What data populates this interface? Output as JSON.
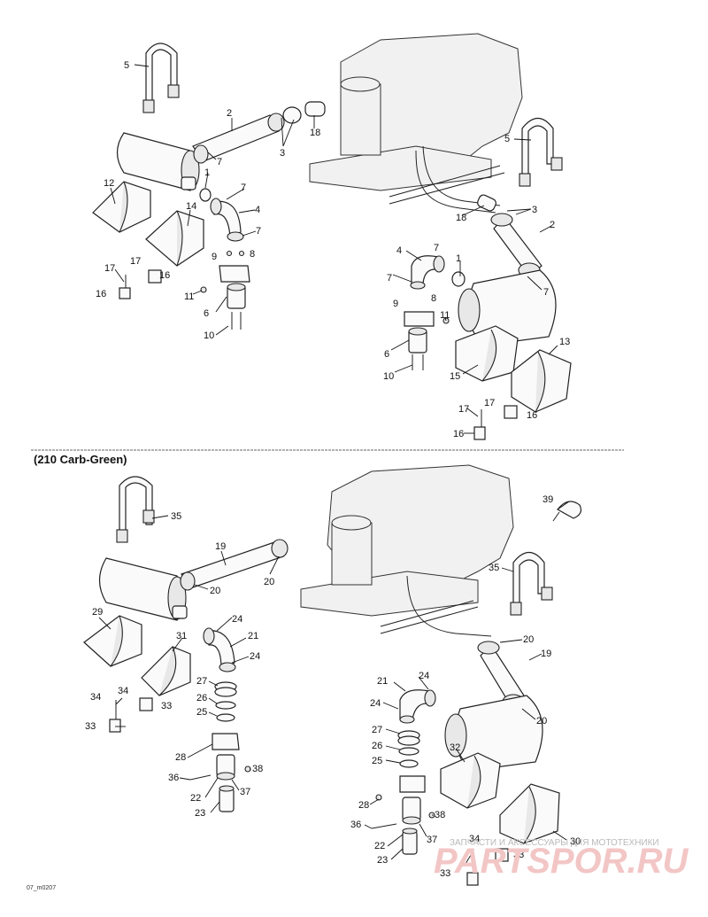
{
  "section_title": "(210 Carb-Green)",
  "figure_code": "07_m0207",
  "watermark": {
    "tagline": "ЗАПЧАСТИ И АКСЕССУАРЫ ДЛЯ МОТОТЕХНИКИ",
    "logo": "PARTSPOR.RU"
  },
  "callouts": {
    "top_left": [
      "5",
      "2",
      "3",
      "18",
      "7",
      "1",
      "12",
      "14",
      "7",
      "4",
      "7",
      "9",
      "8",
      "17",
      "17",
      "16",
      "16",
      "11",
      "6",
      "10"
    ],
    "top_right": [
      "5",
      "3",
      "18",
      "2",
      "4",
      "7",
      "1",
      "7",
      "7",
      "9",
      "8",
      "11",
      "6",
      "10",
      "15",
      "13",
      "17",
      "17",
      "16",
      "16"
    ],
    "bottom_left": [
      "35",
      "19",
      "20",
      "20",
      "29",
      "24",
      "31",
      "21",
      "24",
      "27",
      "26",
      "25",
      "34",
      "34",
      "33",
      "33",
      "28",
      "36",
      "38",
      "37",
      "22",
      "23"
    ],
    "bottom_right": [
      "39",
      "35",
      "20",
      "19",
      "21",
      "24",
      "24",
      "20",
      "27",
      "26",
      "25",
      "32",
      "28",
      "38",
      "36",
      "37",
      "22",
      "23",
      "30",
      "34",
      "33",
      "33"
    ]
  }
}
